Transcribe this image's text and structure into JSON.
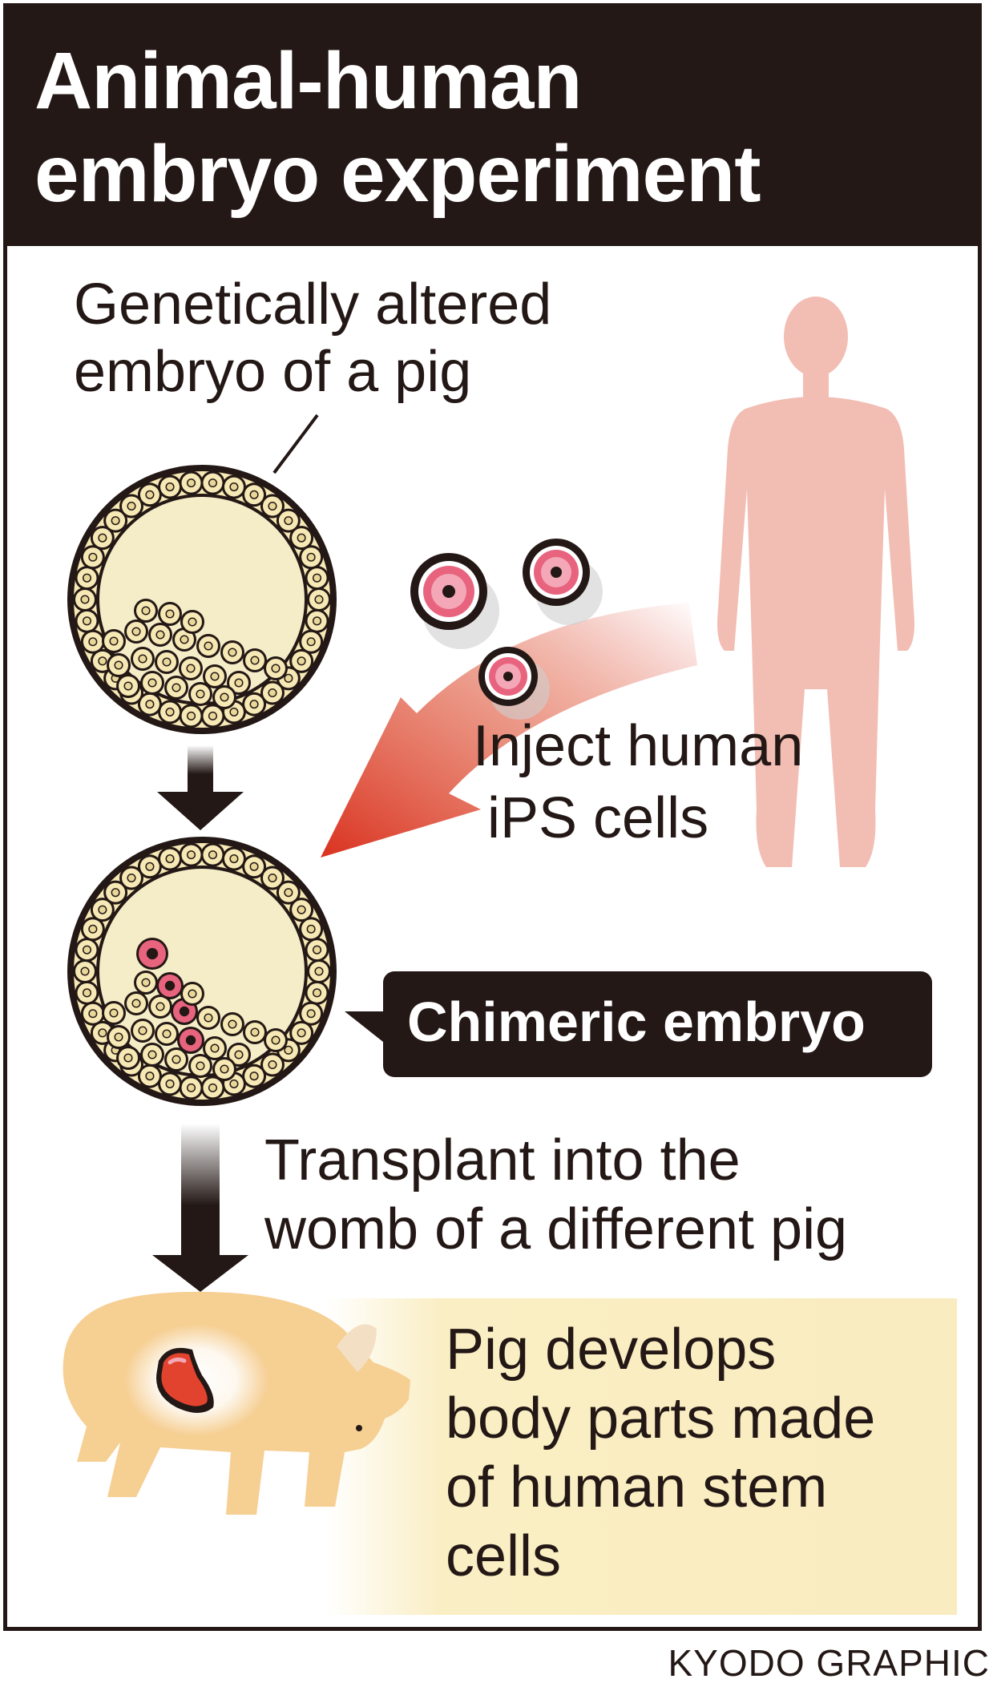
{
  "title": {
    "line1": "Animal-human",
    "line2": "embryo experiment"
  },
  "labels": {
    "pig_embryo_line1": "Genetically altered",
    "pig_embryo_line2": "embryo of a pig",
    "inject_line1": "Inject human",
    "inject_line2": "iPS cells",
    "chimeric": "Chimeric embryo",
    "transplant_line1": "Transplant into the",
    "transplant_line2": "womb of a different pig",
    "result_line1": "Pig develops",
    "result_line2": "body parts made",
    "result_line3": "of human stem",
    "result_line4": "cells"
  },
  "credit": "KYODO GRAPHIC",
  "colors": {
    "dark": "#231815",
    "embryo_fill": "#f5edc8",
    "cell_fill": "#f7e9b5",
    "ips_pink": "#e8637e",
    "human_silhouette": "#f2bdb3",
    "arrow_red": "#d9321f",
    "pig_body": "#f6cf93",
    "organ_red": "#e2432e",
    "panel_cream": "#faeec4"
  },
  "icons": {
    "human": "human-silhouette-icon",
    "pig": "pig-icon",
    "embryo": "embryo-icon",
    "ips_cell": "ips-cell-icon"
  }
}
